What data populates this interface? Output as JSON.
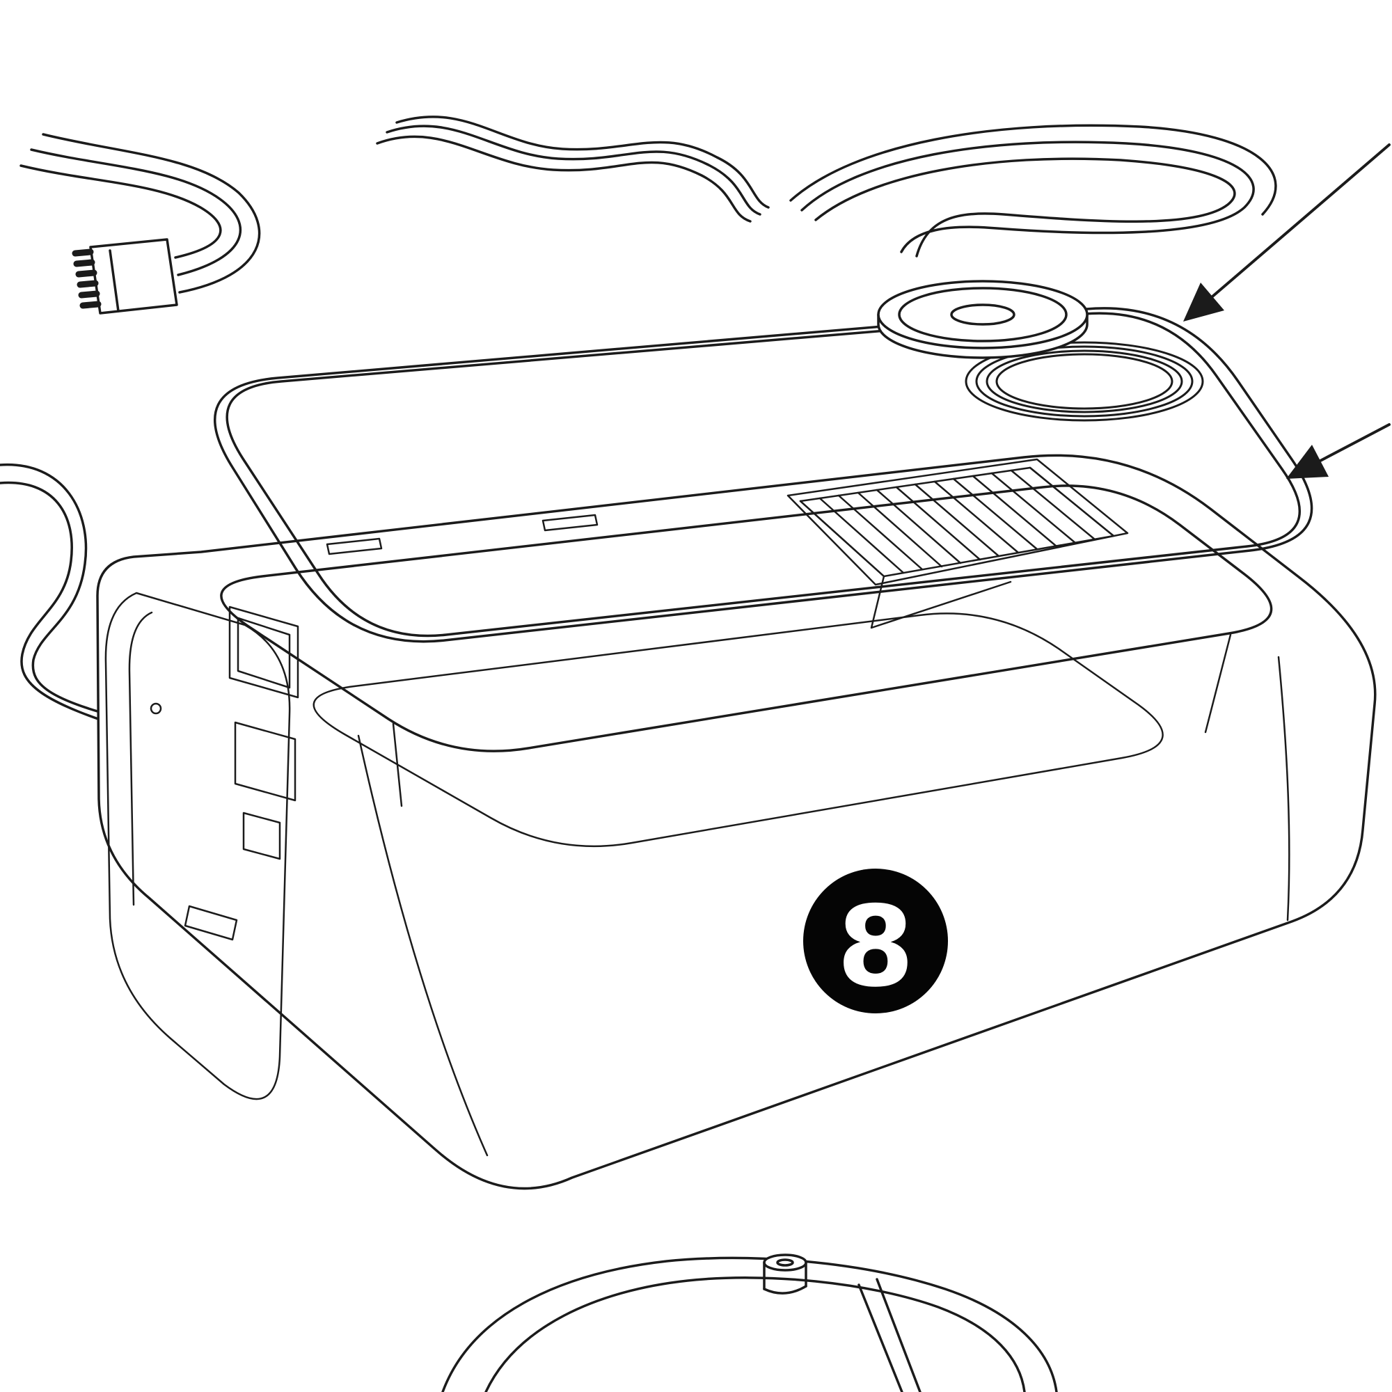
{
  "figure": {
    "kind": "exploded-parts-diagram",
    "callout": {
      "number": "8"
    },
    "colors": {
      "background": "#ffffff",
      "line": "#1b1b1b",
      "badge_bg": "#050505",
      "badge_text": "#ffffff"
    },
    "parts": [
      "wire-harness-connector",
      "top-center-cable",
      "top-right-cable-loop",
      "speaker-disc",
      "small-gasket-ring",
      "lid-seal-gasket",
      "enclosure-housing",
      "vent-grille",
      "left-side-wire",
      "base-assembly"
    ]
  }
}
